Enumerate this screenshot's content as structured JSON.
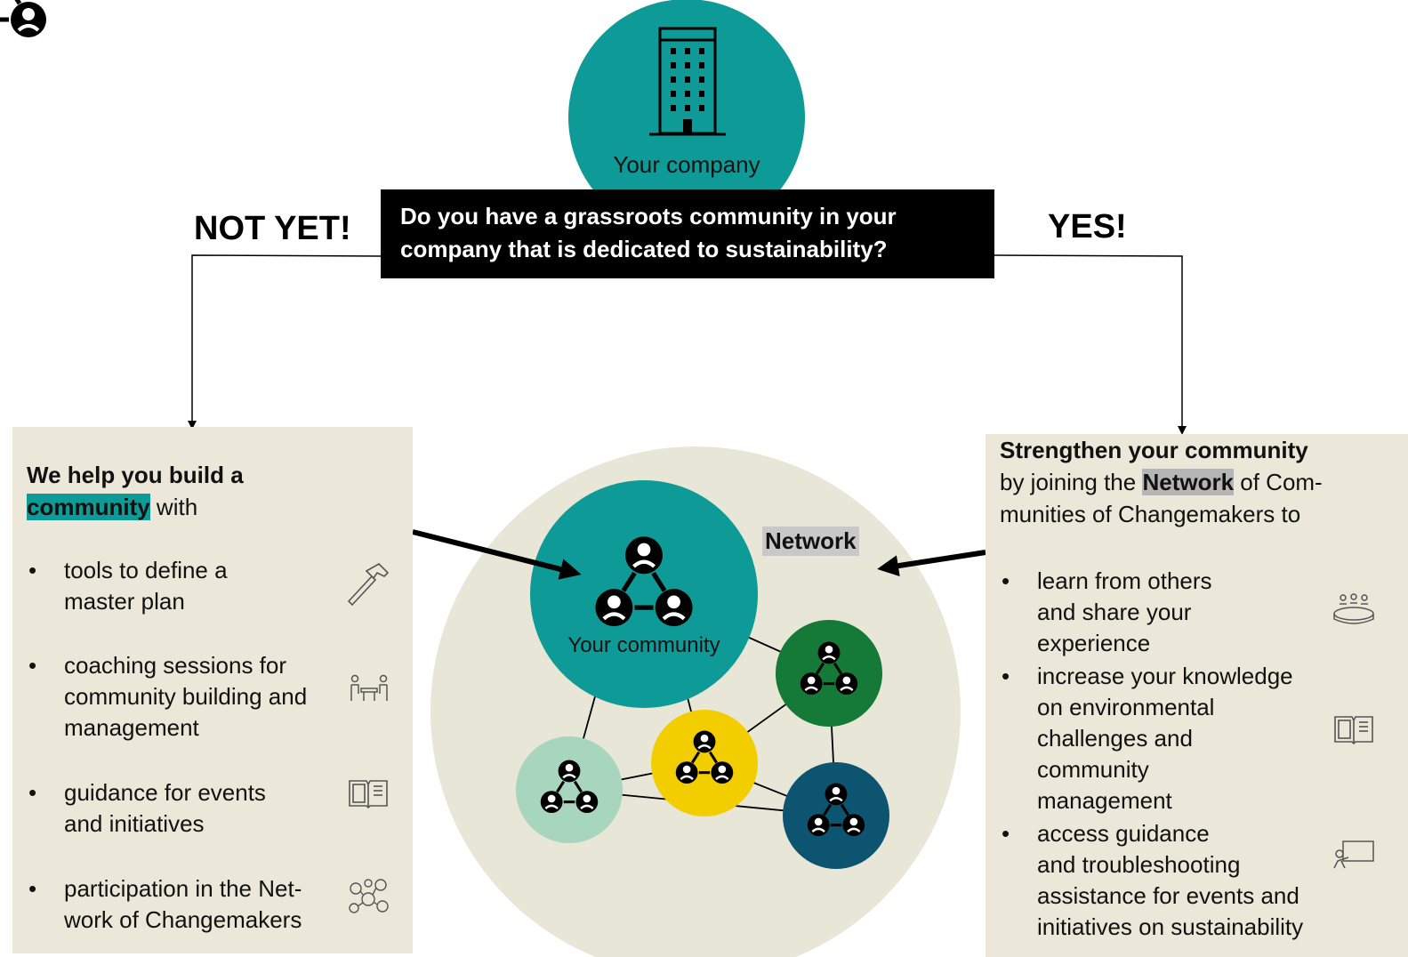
{
  "company": {
    "label": "Your company"
  },
  "question": {
    "line1": "Do you have a grassroots community in your",
    "line2": "company that is dedicated to sustainability?"
  },
  "branches": {
    "no": "NOT YET!",
    "yes": "YES!"
  },
  "left_panel": {
    "intro_bold": "We help you build a",
    "intro_highlight": "community",
    "intro_tail": " with",
    "items": [
      {
        "lines": [
          "tools to define a",
          "master plan"
        ],
        "icon": "hammer-icon"
      },
      {
        "lines": [
          "coaching sessions for",
          "community building and",
          "management"
        ],
        "icon": "coaching-icon"
      },
      {
        "lines": [
          "guidance for events",
          "and initiatives"
        ],
        "icon": "book-icon"
      },
      {
        "lines": [
          "participation in the Net-",
          "work of Changemakers"
        ],
        "icon": "network-icon"
      }
    ]
  },
  "right_panel": {
    "intro_bold": "Strengthen your community",
    "intro_pre": "by joining the ",
    "intro_highlight": "Network",
    "intro_post": " of Com-",
    "intro_line3": "munities of Changemakers to",
    "items": [
      {
        "lines": [
          "learn from others",
          "and share your",
          "experience"
        ],
        "icon": "meeting-table-icon"
      },
      {
        "lines": [
          "increase your knowledge",
          "on environmental",
          "challenges and",
          "community",
          "management"
        ],
        "icon": "book-icon"
      },
      {
        "lines": [
          "access guidance",
          "and troubleshooting",
          "assistance for events and",
          "initiatives on sustainability"
        ],
        "icon": "presentation-icon"
      }
    ]
  },
  "network": {
    "label": "Network",
    "community_label": "Your community",
    "colors": {
      "background": "#e8e6d6",
      "teal": "#0e9a97",
      "dark_green": "#157a37",
      "yellow": "#f2cd00",
      "light_green": "#a8d5bd",
      "dark_blue": "#0d5470"
    }
  }
}
